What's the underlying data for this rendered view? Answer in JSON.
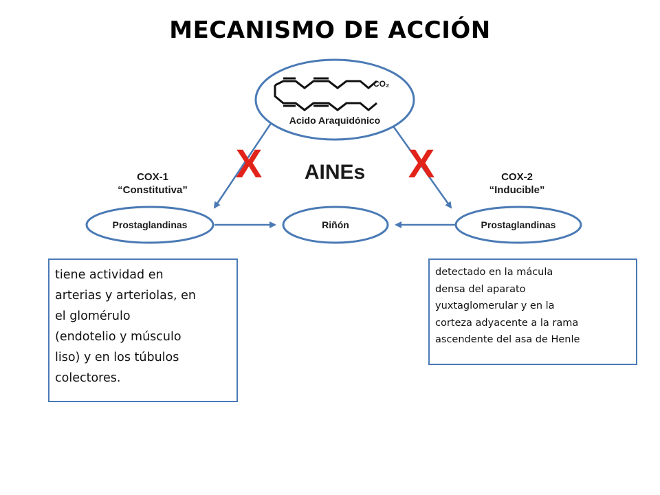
{
  "slide": {
    "title": "MECANISMO DE ACCIÓN"
  },
  "diagram": {
    "top_node": {
      "label": "Acido Araquidónico",
      "formula": "CO₂"
    },
    "center_label": "AINEs",
    "block_mark": "X",
    "cox1": {
      "name": "COX-1",
      "type": "“Constitutiva”",
      "product": "Prostaglandinas"
    },
    "cox2": {
      "name": "COX-2",
      "type": "“Inducible”",
      "product": "Prostaglandinas"
    },
    "target": "Riñón",
    "colors": {
      "ellipse_stroke": "#4a7ab5",
      "arrow": "#4a7ab5",
      "block_mark": "#e2231a"
    }
  },
  "notes": {
    "cox1": "tiene actividad en\narterias y arteriolas, en\nel glomérulo\n(endotelio y músculo\nliso) y en los túbulos\ncolectores.",
    "cox2": "detectado en la mácula\ndensa del aparato\nyuxtaglomerular y en la\ncorteza adyacente a la rama\nascendente del asa de Henle"
  }
}
